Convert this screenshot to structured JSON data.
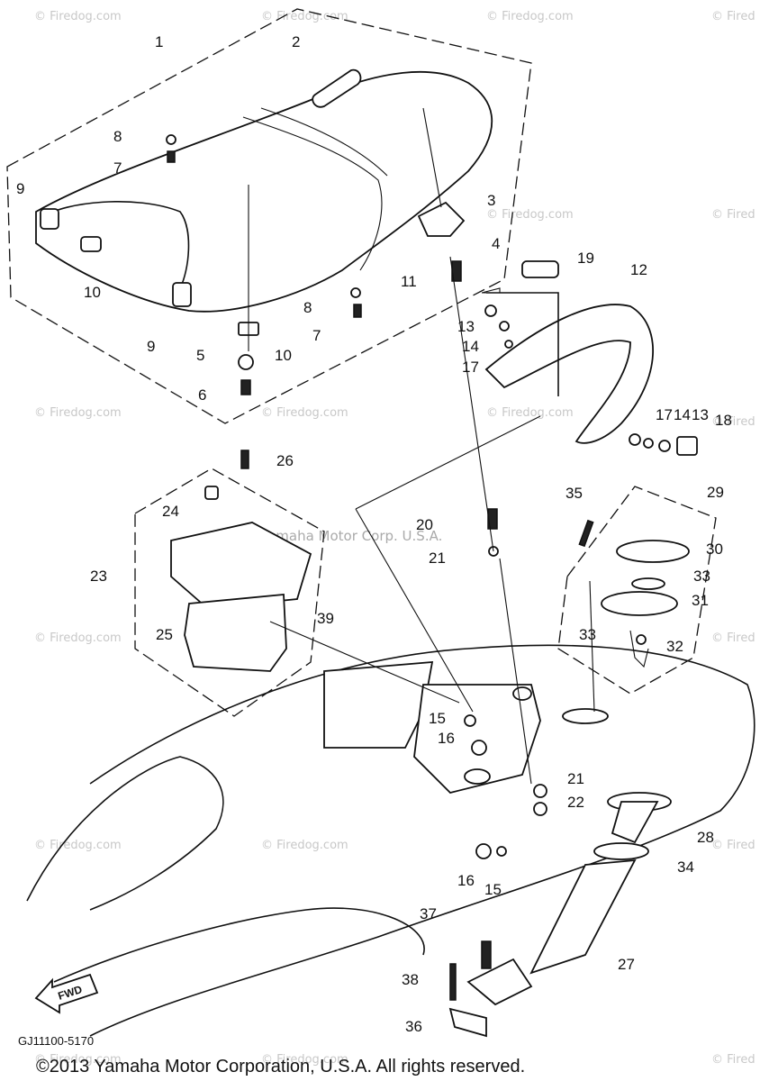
{
  "watermarks": [
    "© Firedog.com",
    "© Firedog.com",
    "© Firedog.com",
    "© Fired",
    "© Firedog.com",
    "© Fired",
    "© Firedog.com",
    "© Firedog.com",
    "© Firedog.com",
    "© Fired",
    "© Firedog.com",
    "© Fired",
    "© Firedog.com",
    "© Firedog.com",
    "© Fired",
    "© Firedog.com",
    "© Firedog.com",
    "© Fired"
  ],
  "center_watermark": "Yamaha Motor Corp. U.S.A.",
  "callouts": [
    "1",
    "2",
    "3",
    "4",
    "5",
    "6",
    "7",
    "7",
    "8",
    "8",
    "9",
    "9",
    "10",
    "10",
    "11",
    "12",
    "13",
    "13",
    "14",
    "14",
    "17",
    "17",
    "18",
    "19",
    "20",
    "21",
    "21",
    "22",
    "23",
    "24",
    "25",
    "26",
    "27",
    "28",
    "29",
    "30",
    "31",
    "32",
    "33",
    "33",
    "34",
    "35",
    "36",
    "37",
    "38",
    "39",
    "15",
    "15",
    "16",
    "16"
  ],
  "fwd_label": "FWD",
  "diagram_code": "GJ11100-5170",
  "copyright": "©2013 Yamaha Motor Corporation, U.S.A. All rights reserved."
}
